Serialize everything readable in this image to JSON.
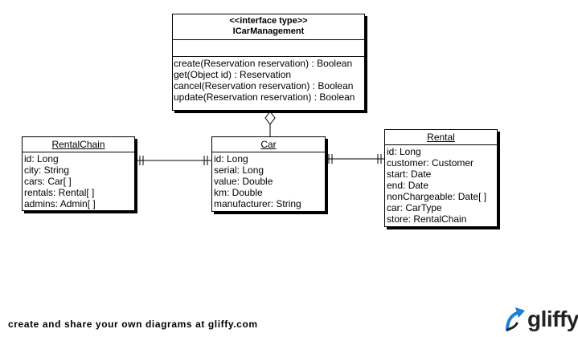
{
  "diagram": {
    "interface": {
      "stereotype": "<<interface type>>",
      "name": "ICarManagement",
      "operations": [
        "create(Reservation reservation) : Boolean",
        "get(Object id) : Reservation",
        "cancel(Reservation reservation) : Boolean",
        "update(Reservation reservation) : Boolean"
      ]
    },
    "classes": {
      "rental_chain": {
        "name": "RentalChain",
        "attributes": [
          "id: Long",
          "city: String",
          "cars: Car[ ]",
          "rentals: Rental[ ]",
          "admins: Admin[ ]"
        ]
      },
      "car": {
        "name": "Car",
        "attributes": [
          "id: Long",
          "serial: Long",
          "value: Double",
          "km: Double",
          "manufacturer: String"
        ]
      },
      "rental": {
        "name": "Rental",
        "attributes": [
          "id: Long",
          "customer: Customer",
          "start: Date",
          "end: Date",
          "nonChargeable: Date[ ]",
          "car: CarType",
          "store: RentalChain"
        ]
      }
    }
  },
  "footer": {
    "text": "create and share your own diagrams at gliffy.com",
    "brand": "gliffy",
    "brand_icon": "gliffy-arrow-icon",
    "brand_color": "#1f7fd6"
  }
}
